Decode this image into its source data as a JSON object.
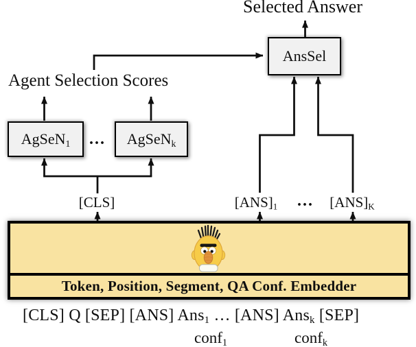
{
  "colors": {
    "panel_fill": "#f9e3a1",
    "node_fill": "#f1f1f1",
    "line": "#0f0f0f",
    "bert_head": "#f7cc49",
    "bert_nose": "#e1913b"
  },
  "header": {
    "selected_answer": "Selected Answer",
    "agent_selection_scores": "Agent Selection Scores"
  },
  "nodes": {
    "anssel": "AnsSel",
    "agsen_1": {
      "base": "AgSeN",
      "sub": "1"
    },
    "agsen_k": {
      "base": "AgSeN",
      "sub": "k"
    },
    "dots_between_agents": "..."
  },
  "tokens": {
    "cls": "[CLS]",
    "ans_1": {
      "base": "[ANS]",
      "sub": "1"
    },
    "dots_between_ans": "...",
    "ans_k": {
      "base": "[ANS]",
      "sub": "K"
    }
  },
  "encoder": {
    "bert_icon": "bert-face",
    "embedder_label": "Token, Position, Segment, QA Conf. Embedder"
  },
  "sequence": {
    "part_a": "[CLS] Q [SEP] [ANS] Ans",
    "sub_1": "1",
    "part_b": " … [ANS] Ans",
    "sub_k": "k",
    "part_c": " [SEP]",
    "conf_1": {
      "base": "conf",
      "sub": "1"
    },
    "conf_k": {
      "base": "conf",
      "sub": "k"
    }
  }
}
